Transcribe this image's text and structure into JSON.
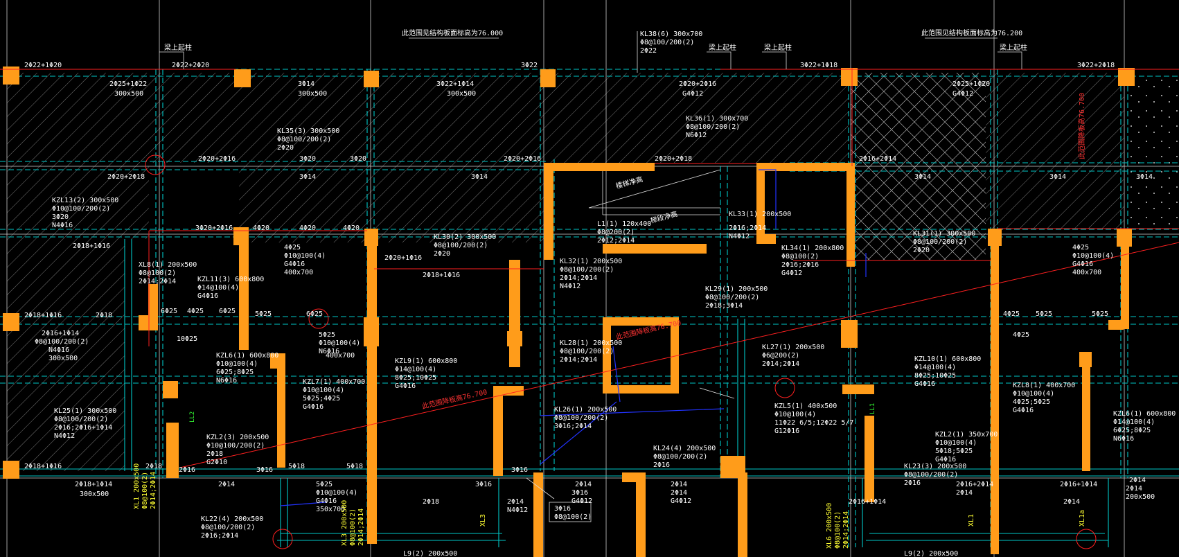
{
  "drawing": {
    "background": "#000000",
    "colors": {
      "column": "#ff9c1a",
      "beam_line": "#00c8c8",
      "axis_line": "#dddddd",
      "annotation": "#ffffff",
      "annotation_yellow": "#ffff33",
      "annotation_green": "#33ff33",
      "section_line": "#ff2020",
      "blue_line": "#2233ff",
      "hatch": "#bbbbbb"
    },
    "top_notes": {
      "left": "此范围见结构板面标高为76.000",
      "right": "此范围见结构板面标高为76.200",
      "kl38": "KL38(6) 300x700",
      "kl38_stirrup": "Φ8@100/200(2)",
      "kl38_bars": "2Φ22",
      "leader1": "梁上起柱",
      "leader2": "梁上起柱",
      "leader3": "梁上起柱",
      "leader4": "梁上起柱"
    },
    "labels": {
      "b1": "2Φ22+1Φ20",
      "b2": "2Φ22+2Φ20",
      "b3": "2Φ25+1Φ22",
      "b3s": "300x500",
      "b4": "3Φ14",
      "b4s": "300x500",
      "b5": "3Φ22",
      "b6": "3Φ22+1Φ14",
      "b6s": "300x500",
      "b7": "2Φ20+2Φ16",
      "b7s": "G4Φ12",
      "b8": "3Φ22+1Φ18",
      "b9": "2Φ25+1Φ20",
      "b9s": "G4Φ12",
      "b10": "3Φ22+2Φ18",
      "kl35": "KL35(3) 300x500",
      "kl35s": "Φ8@100/200(2)",
      "kl35b": "2Φ20",
      "kl36": "KL36(1) 300x700",
      "kl36s": "Φ8@100/200(2)",
      "kl36b": "N6Φ12",
      "c1": "2Φ20+2Φ16",
      "c2": "3Φ20",
      "c3": "3Φ20",
      "c4": "2Φ20+2Φ16",
      "c5": "2Φ20+2Φ18",
      "c6": "2Φ16+2Φ14",
      "c7": "2Φ20+2Φ18",
      "c8": "3Φ14",
      "c9": "3Φ14",
      "c10": "3Φ14",
      "c11": "3Φ14",
      "c12": "3Φ14",
      "kzl13": "KZL13(2) 300x500",
      "kzl13s": "Φ10@100/200(2)",
      "kzl13b": "3Φ20",
      "kzl13n": "N4Φ16",
      "d1": "3Φ20+2Φ16",
      "d2": "4Φ20",
      "d3": "4Φ20",
      "d4": "4Φ20",
      "d5": "2Φ18+1Φ16",
      "d6": "2Φ20+1Φ16",
      "d7": "2Φ18+1Φ16",
      "kl30": "KL30(2) 300x500",
      "kl30s": "Φ8@100/200(2)",
      "kl30b": "2Φ20",
      "kl32": "KL32(1) 200x500",
      "kl32s": "Φ8@100/200(2)",
      "kl32b": "2Φ14;2Φ14",
      "kl32n": "N4Φ12",
      "kl33": "KL33(1) 200x500",
      "kl33b": "2Φ16;2Φ14",
      "kl33n": "N4Φ12",
      "kl31": "KL31(1) 300x500",
      "kl31s": "Φ8@100/200(2)",
      "kl31b": "2Φ20",
      "kl29": "KL29(1) 200x500",
      "kl29s": "Φ8@100/200(2)",
      "kl29b": "2Φ18;3Φ14",
      "kl34": "KL34(1) 200x800",
      "kl34s": "Φ8@100(2)",
      "kl34b": "2Φ16;2Φ16",
      "kl34n": "G4Φ12",
      "kl28": "KL28(1) 200x500",
      "kl28s": "Φ8@100/200(2)",
      "kl28b": "2Φ14;2Φ14",
      "kl27": "KL27(1) 200x500",
      "kl27s": "Φ6@200(2)",
      "kl27b": "2Φ14;2Φ14",
      "l1": "L1(1) 120x400",
      "l1s": "Φ8@200(2)",
      "l1b": "2Φ12;2Φ14",
      "kzl11": "KZL11(3) 600x800",
      "kzl11s": "Φ14@100(4)",
      "kzl11b": "G4Φ16",
      "kzl11x": "4Φ25",
      "kzl11y": "6Φ25",
      "e1": "4Φ25",
      "e2": "Φ10@100(4)",
      "e3": "G4Φ16",
      "e4": "400x700",
      "e5": "6Φ25",
      "e6": "5Φ25",
      "e7": "6Φ25",
      "e8": "10Φ25",
      "xl8": "XL8(1) 200x500",
      "xl8s": "Φ8@100(2)",
      "xl8b": "2Φ14;2Φ14",
      "f1": "2Φ18+1Φ16",
      "f2": "2Φ18",
      "f3": "2Φ16+1Φ14",
      "f4": "Φ8@100/200(2)",
      "f5": "N4Φ16",
      "f6": "300x500",
      "kzl6": "KZL6(1) 600x800",
      "kzl6s": "Φ10@100(4)",
      "kzl6b": "6Φ25;8Φ25",
      "kzl6n": "N6Φ16",
      "kzl6d": "400x700",
      "kzl9": "KZL9(1) 600x800",
      "kzl9s": "Φ14@100(4)",
      "kzl9b": "8Φ25;10Φ25",
      "kzl9n": "G4Φ16",
      "kzl7": "KZL7(1) 400x700",
      "kzl7s": "Φ10@100(4)",
      "kzl7b": "5Φ25;4Φ25",
      "kzl7n": "G4Φ16",
      "g1": "5Φ25",
      "g2": "Φ10@100(4)",
      "g3": "N6Φ16",
      "g4": "400x700",
      "kzl10": "KZL10(1) 600x800",
      "kzl10s": "Φ14@100(4)",
      "kzl10b": "8Φ25;10Φ25",
      "kzl10n": "G4Φ16",
      "kzl8": "KZL8(1) 400x700",
      "kzl8s": "Φ10@100(4)",
      "kzl8b": "4Φ25;5Φ25",
      "kzl8n": "G4Φ16",
      "h1": "4Φ25",
      "h2": "Φ10@100(4)",
      "h3": "G4Φ16",
      "h4": "400x700",
      "h5": "4Φ25",
      "h6": "5Φ25",
      "h7": "5Φ25",
      "h8": "4Φ25",
      "kl25": "KL25(1) 300x500",
      "kl25s": "Φ8@100/200(2)",
      "kl25b": "2Φ16;2Φ16+1Φ14",
      "kl25n": "N4Φ12",
      "kl26": "KL26(1) 200x500",
      "kl26s": "Φ8@100/200(2)",
      "kl26b": "3Φ16;2Φ14",
      "kzl5": "KZL5(1) 400x500",
      "kzl5s": "Φ10@100(4)",
      "kzl5b": "11Φ22 6/5;12Φ22 5/7",
      "kzl5n": "G12Φ16",
      "kzl2": "KZL2(3) 200x500",
      "kzl2s": "Φ10@100/200(2)",
      "kzl2b": "2Φ18",
      "kzl2n": "G2Φ10",
      "kzl2r": "KZL2(1) 350x700",
      "kzl2rs": "Φ10@100(4)",
      "kzl2rb": "5Φ18;5Φ25",
      "kzl2rn": "G4Φ16",
      "kzl6r": "KZL6(1) 600x800",
      "kzl6rs": "Φ14@100(4)",
      "kzl6rb": "6Φ25;8Φ25",
      "kzl6rn": "N6Φ16",
      "kl24": "KL24(4) 200x500",
      "kl24s": "Φ8@100/200(2)",
      "kl24b": "2Φ16",
      "kl23": "KL23(3) 200x500",
      "kl23s": "Φ8@100/200(2)",
      "kl23b": "2Φ16",
      "kl22": "KL22(4) 200x500",
      "kl22s": "Φ8@100/200(2)",
      "kl22b": "2Φ16;2Φ14",
      "j1": "2Φ18+1Φ16",
      "j2": "2Φ18",
      "j3": "2Φ16",
      "j4": "3Φ16",
      "j5": "5Φ18",
      "j6": "5Φ18",
      "j7": "3Φ16",
      "j8": "3Φ16",
      "j9": "2Φ14",
      "j10": "2Φ14",
      "j11": "2Φ16+1Φ14",
      "j12": "2Φ16+2Φ14",
      "j13": "2Φ14",
      "j14": "2Φ14",
      "k1": "2Φ18+1Φ14",
      "k1s": "300x500",
      "k2": "2Φ14",
      "k3": "5Φ25",
      "k4": "Φ10@100(4)",
      "k5": "G4Φ16",
      "k6": "350x700",
      "k7": "2Φ18",
      "k8": "3Φ16",
      "k9": "G4Φ12",
      "k10": "2Φ14",
      "k11": "N4Φ12",
      "k12": "2Φ14",
      "k13": "G4Φ12",
      "k14": "2Φ16+1Φ14",
      "k15": "2Φ14",
      "k16": "2Φ14",
      "k16s": "200x500",
      "box_b": "3Φ16",
      "box_s": "Φ8@100(2)",
      "xl1": "XL1 200x500",
      "xl1s": "Φ8@100(2)",
      "xl1b": "2Φ14;2Φ14",
      "xl3": "XL3 200x500",
      "xl3s": "Φ8@100(2)",
      "xl3b": "2Φ14;2Φ14",
      "xl6": "XL6 200x500",
      "xl6s": "Φ8@100(2)",
      "xl6b": "2Φ14;2Φ14",
      "xl3a": "XL3",
      "xl1a": "XL1",
      "xl1c": "XL1a",
      "lp2": "LL2",
      "lp1": "LL1",
      "bottom_l": "L9(2) 200x500",
      "bottom_r": "L9(2) 200x500",
      "red_sec1": "此范围降板高76.700",
      "red_sec2": "此范围降板高76.700",
      "red_sec3": "此范围降板高76.700",
      "stair1": "楼梯净高",
      "stair2": "梯段净高"
    }
  }
}
